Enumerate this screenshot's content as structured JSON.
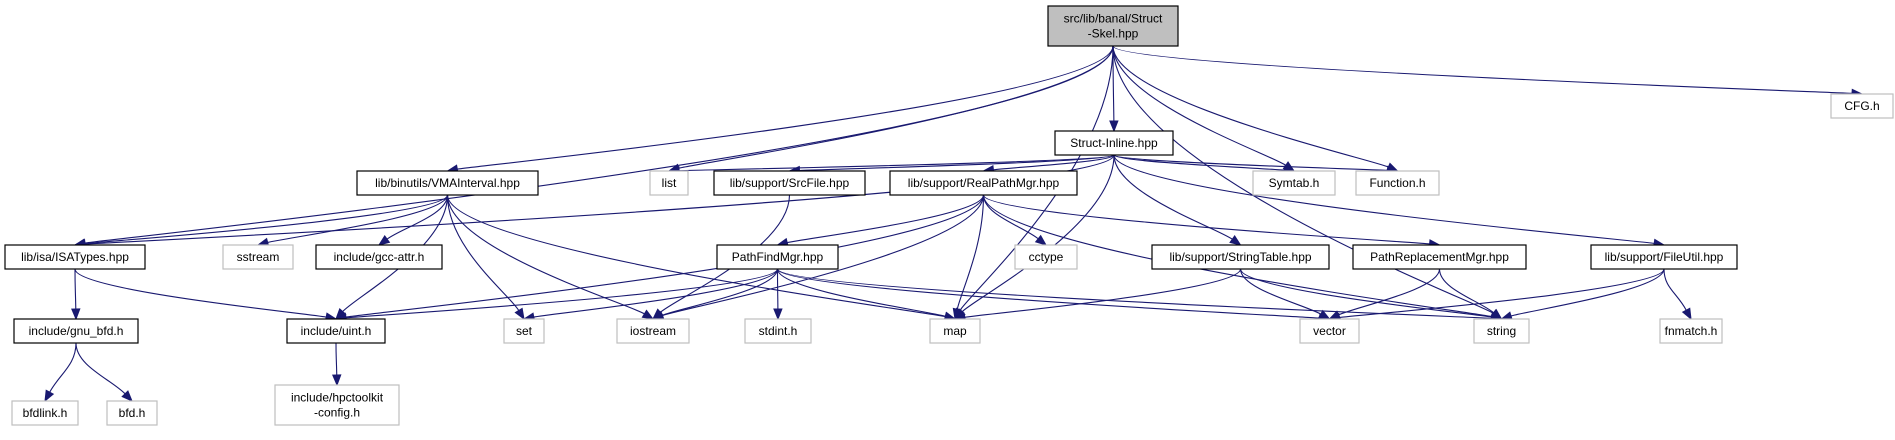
{
  "title": "Include dependency graph for src/lib/banal/Struct-Skel.hpp",
  "colors": {
    "edge": "#191970",
    "root_fill": "#bfbfbf",
    "local_border": "#000000",
    "system_border": "#bfbfbf"
  },
  "nodes": [
    {
      "id": "root",
      "label": [
        "src/lib/banal/Struct",
        "-Skel.hpp"
      ],
      "kind": "root"
    },
    {
      "id": "struct_inline",
      "label": [
        "Struct-Inline.hpp"
      ],
      "kind": "local"
    },
    {
      "id": "cfg",
      "label": [
        "CFG.h"
      ],
      "kind": "system"
    },
    {
      "id": "vmainterval",
      "label": [
        "lib/binutils/VMAInterval.hpp"
      ],
      "kind": "local"
    },
    {
      "id": "list",
      "label": [
        "list"
      ],
      "kind": "system"
    },
    {
      "id": "srcfile",
      "label": [
        "lib/support/SrcFile.hpp"
      ],
      "kind": "local"
    },
    {
      "id": "realpathmgr",
      "label": [
        "lib/support/RealPathMgr.hpp"
      ],
      "kind": "local"
    },
    {
      "id": "symtab",
      "label": [
        "Symtab.h"
      ],
      "kind": "system"
    },
    {
      "id": "function",
      "label": [
        "Function.h"
      ],
      "kind": "system"
    },
    {
      "id": "isatypes",
      "label": [
        "lib/isa/ISATypes.hpp"
      ],
      "kind": "local"
    },
    {
      "id": "sstream",
      "label": [
        "sstream"
      ],
      "kind": "system"
    },
    {
      "id": "gccattr",
      "label": [
        "include/gcc-attr.h"
      ],
      "kind": "local"
    },
    {
      "id": "pathfindmgr",
      "label": [
        "PathFindMgr.hpp"
      ],
      "kind": "local"
    },
    {
      "id": "cctype",
      "label": [
        "cctype"
      ],
      "kind": "system"
    },
    {
      "id": "stringtable",
      "label": [
        "lib/support/StringTable.hpp"
      ],
      "kind": "local"
    },
    {
      "id": "pathreplacementmgr",
      "label": [
        "PathReplacementMgr.hpp"
      ],
      "kind": "local"
    },
    {
      "id": "fileutil",
      "label": [
        "lib/support/FileUtil.hpp"
      ],
      "kind": "local"
    },
    {
      "id": "gnubfd",
      "label": [
        "include/gnu_bfd.h"
      ],
      "kind": "local"
    },
    {
      "id": "uint",
      "label": [
        "include/uint.h"
      ],
      "kind": "local"
    },
    {
      "id": "set",
      "label": [
        "set"
      ],
      "kind": "system"
    },
    {
      "id": "iostream",
      "label": [
        "iostream"
      ],
      "kind": "system"
    },
    {
      "id": "stdint",
      "label": [
        "stdint.h"
      ],
      "kind": "system"
    },
    {
      "id": "map",
      "label": [
        "map"
      ],
      "kind": "system"
    },
    {
      "id": "vector",
      "label": [
        "vector"
      ],
      "kind": "system"
    },
    {
      "id": "string",
      "label": [
        "string"
      ],
      "kind": "system"
    },
    {
      "id": "fnmatch",
      "label": [
        "fnmatch.h"
      ],
      "kind": "system"
    },
    {
      "id": "bfdlink",
      "label": [
        "bfdlink.h"
      ],
      "kind": "system"
    },
    {
      "id": "bfd",
      "label": [
        "bfd.h"
      ],
      "kind": "system"
    },
    {
      "id": "hpctoolkit_config",
      "label": [
        "include/hpctoolkit",
        "-config.h"
      ],
      "kind": "system"
    }
  ],
  "edges": [
    [
      "root",
      "struct_inline"
    ],
    [
      "root",
      "cfg"
    ],
    [
      "root",
      "vmainterval"
    ],
    [
      "root",
      "isatypes"
    ],
    [
      "root",
      "list"
    ],
    [
      "root",
      "map"
    ],
    [
      "root",
      "symtab"
    ],
    [
      "root",
      "function"
    ],
    [
      "root",
      "string"
    ],
    [
      "struct_inline",
      "isatypes"
    ],
    [
      "struct_inline",
      "list"
    ],
    [
      "struct_inline",
      "srcfile"
    ],
    [
      "struct_inline",
      "realpathmgr"
    ],
    [
      "struct_inline",
      "symtab"
    ],
    [
      "struct_inline",
      "function"
    ],
    [
      "struct_inline",
      "map"
    ],
    [
      "struct_inline",
      "stringtable"
    ],
    [
      "struct_inline",
      "fileutil"
    ],
    [
      "vmainterval",
      "isatypes"
    ],
    [
      "vmainterval",
      "uint"
    ],
    [
      "vmainterval",
      "sstream"
    ],
    [
      "vmainterval",
      "gccattr"
    ],
    [
      "vmainterval",
      "set"
    ],
    [
      "vmainterval",
      "iostream"
    ],
    [
      "vmainterval",
      "map"
    ],
    [
      "srcfile",
      "iostream"
    ],
    [
      "realpathmgr",
      "uint"
    ],
    [
      "realpathmgr",
      "iostream"
    ],
    [
      "realpathmgr",
      "pathfindmgr"
    ],
    [
      "realpathmgr",
      "cctype"
    ],
    [
      "realpathmgr",
      "map"
    ],
    [
      "realpathmgr",
      "pathreplacementmgr"
    ],
    [
      "realpathmgr",
      "string"
    ],
    [
      "isatypes",
      "gnubfd"
    ],
    [
      "isatypes",
      "uint"
    ],
    [
      "gnubfd",
      "bfdlink"
    ],
    [
      "gnubfd",
      "bfd"
    ],
    [
      "uint",
      "hpctoolkit_config"
    ],
    [
      "pathfindmgr",
      "uint"
    ],
    [
      "pathfindmgr",
      "set"
    ],
    [
      "pathfindmgr",
      "iostream"
    ],
    [
      "pathfindmgr",
      "stdint"
    ],
    [
      "pathfindmgr",
      "map"
    ],
    [
      "pathfindmgr",
      "vector"
    ],
    [
      "pathfindmgr",
      "string"
    ],
    [
      "stringtable",
      "map"
    ],
    [
      "stringtable",
      "vector"
    ],
    [
      "stringtable",
      "string"
    ],
    [
      "pathreplacementmgr",
      "vector"
    ],
    [
      "pathreplacementmgr",
      "string"
    ],
    [
      "fileutil",
      "vector"
    ],
    [
      "fileutil",
      "string"
    ],
    [
      "fileutil",
      "fnmatch"
    ]
  ]
}
